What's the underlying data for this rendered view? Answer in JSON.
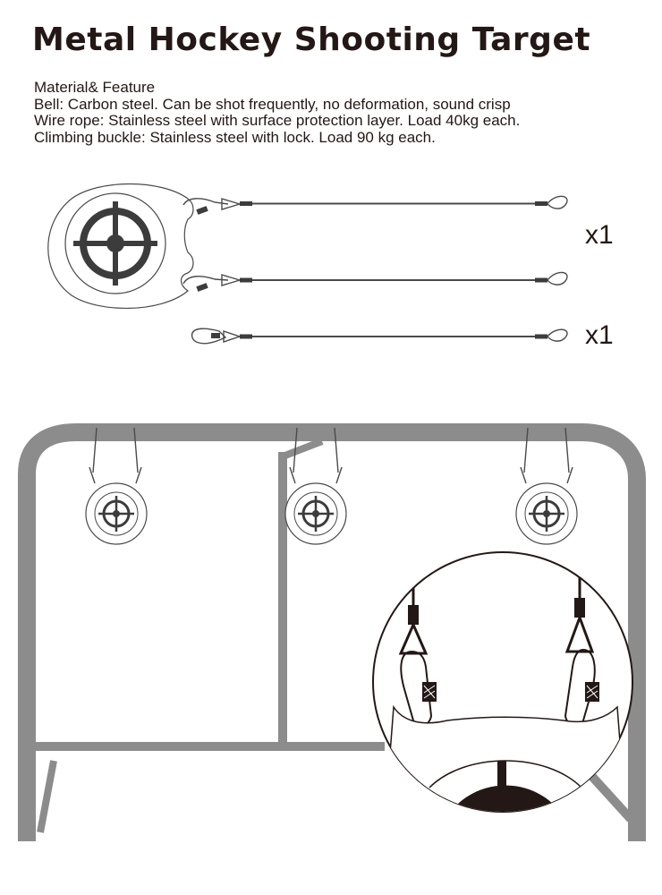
{
  "title": "Metal Hockey Shooting Target",
  "features": {
    "heading": "Material& Feature",
    "lines": [
      "Bell: Carbon steel. Can be shot frequently, no deformation, sound crisp",
      "Wire rope: Stainless steel with surface protection layer. Load 40kg each.",
      "Climbing buckle: Stainless steel with lock. Load 90 kg each."
    ]
  },
  "quantities": {
    "target_set": "x1",
    "extra_rope": "x1"
  },
  "colors": {
    "text": "#231815",
    "frame": "#8c8c8c",
    "line": "#4a4a4a",
    "target_dark": "#3c3c3c"
  },
  "icons": {
    "bell": "crosshair-target",
    "rope": "wire-rope-with-carabiner",
    "goal": "hockey-goal-frame",
    "zoom": "magnified-carabiner-detail"
  }
}
